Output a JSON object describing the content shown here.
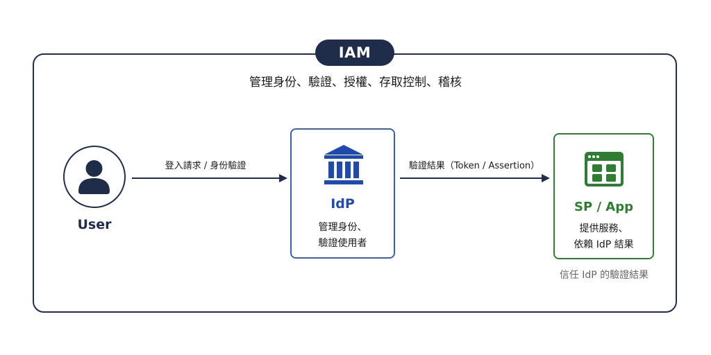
{
  "badge": {
    "label": "IAM"
  },
  "subtitle": "管理身份、驗證、授權、存取控制、稽核",
  "user": {
    "label": "User",
    "icon": "user-icon"
  },
  "arrow_login": {
    "label": "登入請求 / 身份驗證"
  },
  "idp": {
    "icon": "institution-icon",
    "title": "IdP",
    "desc_line1": "管理身份、",
    "desc_line2": "驗證使用者"
  },
  "arrow_result": {
    "label": "驗證結果（Token / Assertion）"
  },
  "sp": {
    "icon": "app-window-icon",
    "title": "SP / App",
    "desc_line1": "提供服務、",
    "desc_line2": "依賴 IdP 結果",
    "caption": "信任 IdP 的驗證結果"
  },
  "colors": {
    "navy": "#1f2d4b",
    "idp_blue": "#1f4bb0",
    "sp_green": "#2e7d32"
  }
}
